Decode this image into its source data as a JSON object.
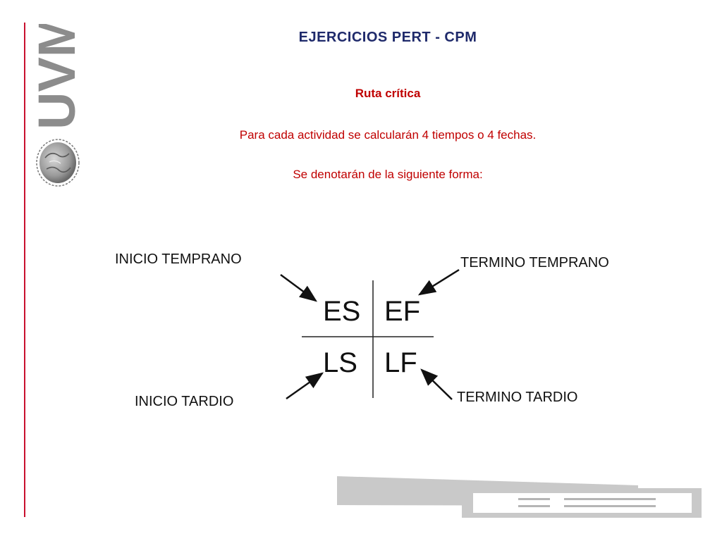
{
  "slide": {
    "title": "EJERCICIOS PERT - CPM",
    "subtitle": "Ruta crítica",
    "line1": "Para cada actividad se calcularán 4 tiempos o 4 fechas.",
    "line2": "Se denotarán de la siguiente forma:"
  },
  "diagram": {
    "labels": {
      "es": "INICIO TEMPRANO",
      "ef": "TERMINO TEMPRANO",
      "ls": "INICIO TARDIO",
      "lf": "TERMINO TARDIO"
    },
    "cells": {
      "es": "ES",
      "ef": "EF",
      "ls": "LS",
      "lf": "LF"
    }
  },
  "branding": {
    "logo": "UVM",
    "accent_color": "#c8102e",
    "logo_color": "#8c8c8c",
    "footer_shape_color": "#c9c9c9"
  }
}
